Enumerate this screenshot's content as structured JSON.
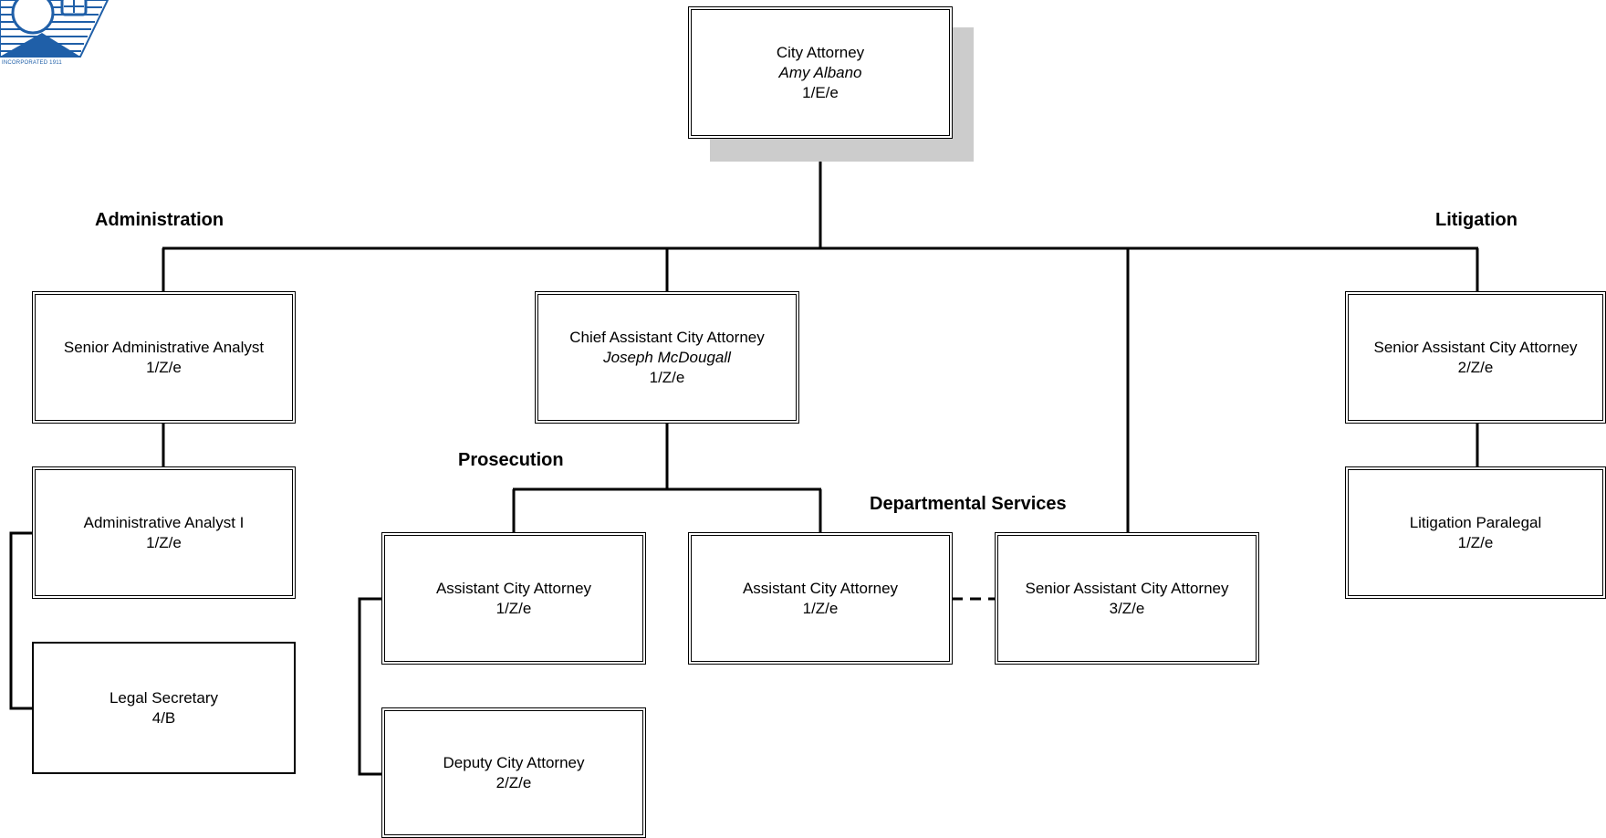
{
  "logo": {
    "icon": "city-seal-logo",
    "text": "INCORPORATED 1911",
    "accent": "#1f5fa8"
  },
  "colors": {
    "line": "#000000",
    "shadow": "#cccccc",
    "box_bg": "#ffffff"
  },
  "sections": {
    "administration": "Administration",
    "litigation": "Litigation",
    "prosecution": "Prosecution",
    "departmental_services": "Departmental Services"
  },
  "boxes": {
    "city_attorney": {
      "title": "City Attorney",
      "name": "Amy Albano",
      "code": "1/E/e"
    },
    "senior_admin_analyst": {
      "title": "Senior Administrative Analyst",
      "code": "1/Z/e"
    },
    "chief_assistant": {
      "title": "Chief Assistant City Attorney",
      "name": "Joseph McDougall",
      "code": "1/Z/e"
    },
    "senior_asst_litigation": {
      "title": "Senior Assistant City Attorney",
      "code": "2/Z/e"
    },
    "admin_analyst_1": {
      "title": "Administrative Analyst I",
      "code": "1/Z/e"
    },
    "litigation_paralegal": {
      "title": "Litigation Paralegal",
      "code": "1/Z/e"
    },
    "legal_secretary": {
      "title": "Legal Secretary",
      "code": "4/B"
    },
    "asst_city_attorney_pros": {
      "title": "Assistant City Attorney",
      "code": "1/Z/e"
    },
    "asst_city_attorney_dept": {
      "title": "Assistant City Attorney",
      "code": "1/Z/e"
    },
    "senior_asst_dept": {
      "title": "Senior Assistant City Attorney",
      "code": "3/Z/e"
    },
    "deputy_city_attorney": {
      "title": "Deputy City Attorney",
      "code": "2/Z/e"
    }
  }
}
